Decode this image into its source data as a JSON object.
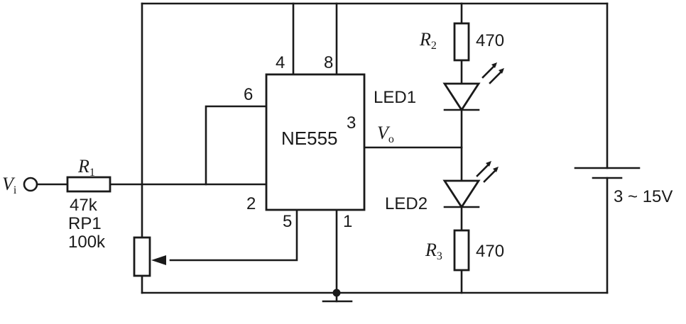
{
  "circuit": {
    "ic": {
      "name": "NE555"
    },
    "pins": {
      "p1": "1",
      "p2": "2",
      "p3": "3",
      "p4": "4",
      "p5": "5",
      "p6": "6",
      "p8": "8"
    },
    "input": {
      "symbol": "V",
      "subscript": "i"
    },
    "output": {
      "symbol": "V",
      "subscript": "o"
    },
    "r1": {
      "symbol": "R",
      "subscript": "1",
      "value": "47k"
    },
    "rp1": {
      "name": "RP1",
      "value": "100k"
    },
    "r2": {
      "symbol": "R",
      "subscript": "2",
      "value": "470"
    },
    "r3": {
      "symbol": "R",
      "subscript": "3",
      "value": "470"
    },
    "led1": {
      "name": "LED1"
    },
    "led2": {
      "name": "LED2"
    },
    "supply": {
      "value": "3 ~ 15V"
    }
  }
}
